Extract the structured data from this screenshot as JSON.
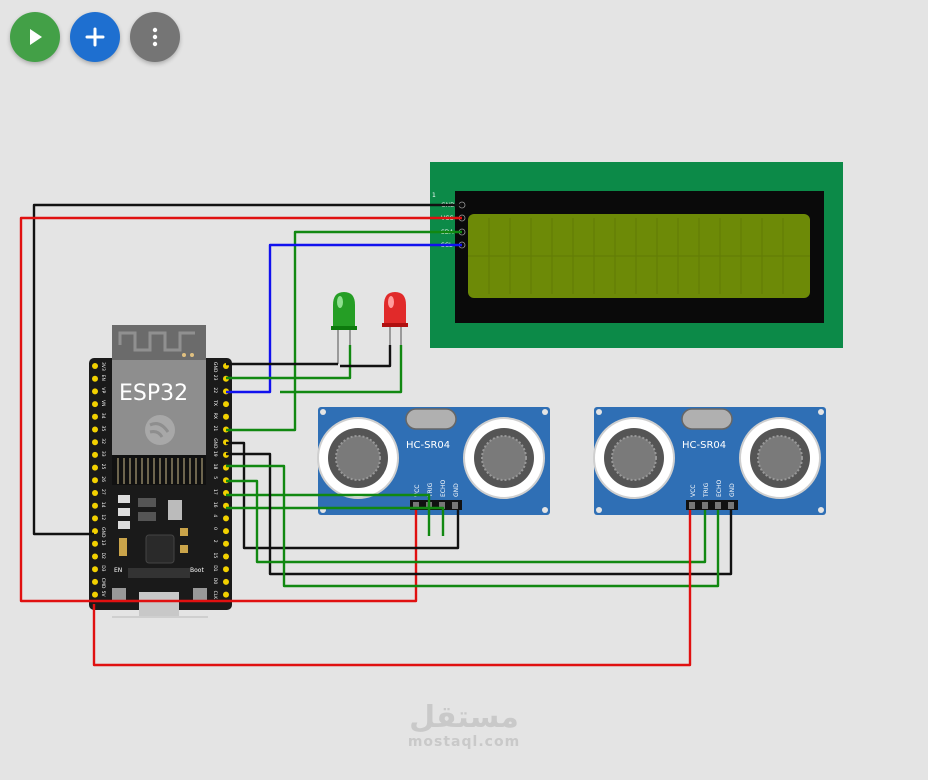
{
  "toolbar": {
    "run_icon": "play-icon",
    "add_icon": "plus-icon",
    "more_icon": "kebab-menu-icon",
    "run_color": "#43a047",
    "add_color": "#1e6fd0",
    "more_color": "#757575"
  },
  "esp32": {
    "title": "ESP32",
    "left_pins": [
      "3V3",
      "EN",
      "VP",
      "VN",
      "34",
      "35",
      "32",
      "33",
      "25",
      "26",
      "27",
      "14",
      "12",
      "GND",
      "13",
      "D2",
      "D3",
      "CMD",
      "5V"
    ],
    "right_pins": [
      "GND",
      "23",
      "22",
      "TX",
      "RX",
      "21",
      "GND",
      "19",
      "18",
      "5",
      "17",
      "16",
      "4",
      "0",
      "2",
      "15",
      "D1",
      "D0",
      "CLK"
    ],
    "button_en": "EN",
    "button_boot": "Boot"
  },
  "lcd": {
    "pin_index": "1",
    "pins": [
      "GND",
      "VCC",
      "SDA",
      "SCL"
    ],
    "board_color": "#0c8a48",
    "screen_color": "#6d8a07"
  },
  "leds": [
    {
      "color": "green",
      "hex": "#1a9a1a"
    },
    {
      "color": "red",
      "hex": "#e02020"
    }
  ],
  "sensors": [
    {
      "label": "HC-SR04",
      "pins": [
        "VCC",
        "TRIG",
        "ECHO",
        "GND"
      ]
    },
    {
      "label": "HC-SR04",
      "pins": [
        "VCC",
        "TRIG",
        "ECHO",
        "GND"
      ]
    }
  ],
  "wires": {
    "black": "#111111",
    "red": "#e01010",
    "green": "#118811",
    "blue": "#1111ee"
  },
  "watermark": {
    "arabic": "مستقل",
    "latin": "mostaql.com"
  }
}
